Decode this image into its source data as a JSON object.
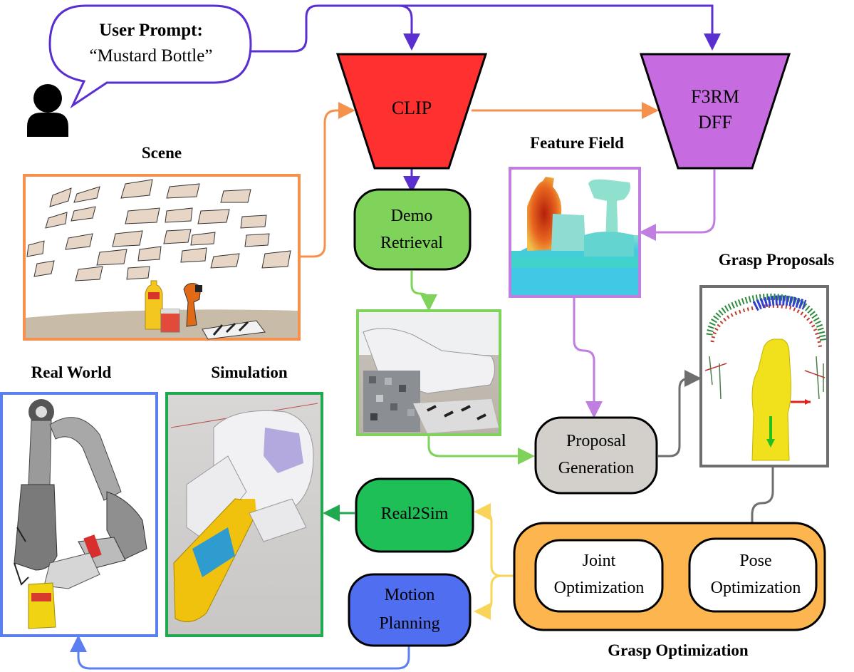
{
  "user": {
    "prompt_title": "User Prompt:",
    "prompt_text": "“Mustard Bottle”",
    "icon": "person-icon"
  },
  "panels": {
    "scene": "Scene",
    "feature_field": "Feature Field",
    "grasp_proposals": "Grasp Proposals",
    "real_world": "Real World",
    "simulation": "Simulation",
    "grasp_optimization": "Grasp Optimization"
  },
  "encoders": {
    "clip": "CLIP",
    "f3rm_line1": "F3RM",
    "f3rm_line2": "DFF"
  },
  "steps": {
    "demo_line1": "Demo",
    "demo_line2": "Retrieval",
    "proposal_line1": "Proposal",
    "proposal_line2": "Generation",
    "real2sim": "Real2Sim",
    "motion_line1": "Motion",
    "motion_line2": "Planning",
    "joint_line1": "Joint",
    "joint_line2": "Optimization",
    "pose_line1": "Pose",
    "pose_line2": "Optimization"
  },
  "colors": {
    "prompt_arrow": "#5a2fd0",
    "scene_orange": "#f5914d",
    "clip_red": "#ff3030",
    "f3rm_purple": "#c76ce0",
    "feature_border": "#c07ee0",
    "demo_green": "#7fd35a",
    "proposal_gray": "#d3cfcb",
    "grasp_gray": "#6e6e6e",
    "opt_orange": "#fdb54f",
    "real2sim_green": "#1fbf58",
    "sim_border": "#1faa50",
    "motion_blue": "#4f6ef0",
    "realworld_blue": "#5b7ef0",
    "yellow_arrow": "#f8d558"
  }
}
